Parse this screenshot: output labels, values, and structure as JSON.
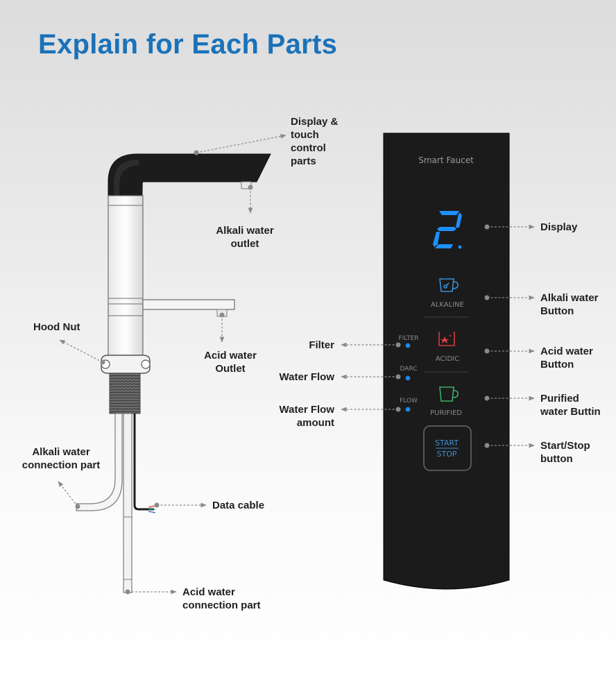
{
  "title": "Explain for Each Parts",
  "panel": {
    "brand": "Smart Faucet",
    "display_digit": "2",
    "buttons": {
      "alkaline": "ALKALINE",
      "acidic": "ACIDIC",
      "purified": "PURIFIED",
      "start": "START",
      "stop": "STOP"
    },
    "indicators": {
      "filter": "FILTER",
      "darc": "DARC",
      "flow": "FLOW"
    },
    "icon_colors": {
      "alkaline": "#3a8fd6",
      "acidic": "#d63b3b",
      "purified": "#3cae6a",
      "start_stop": "#3a8fd6",
      "display": "#1e90ff",
      "indicator_dot": "#1e88e5"
    }
  },
  "labels": {
    "display_touch": "Display  &\ntouch\ncontrol\nparts",
    "alkali_outlet": "Alkali water\noutlet",
    "acid_outlet": "Acid water\nOutlet",
    "hood_nut": "Hood Nut",
    "alkali_connection": "Alkali water\nconnection part",
    "data_cable": "Data cable",
    "acid_connection": "Acid water\nconnection part",
    "display": "Display",
    "alkali_button": "Alkali water\nButton",
    "acid_button": "Acid water\nButton",
    "purified_button": "Purified\nwater Buttin",
    "start_stop_button": "Start/Stop\nbutton",
    "filter": "Filter",
    "water_flow": "Water  Flow",
    "water_flow_amount": "Water Flow\namount"
  }
}
